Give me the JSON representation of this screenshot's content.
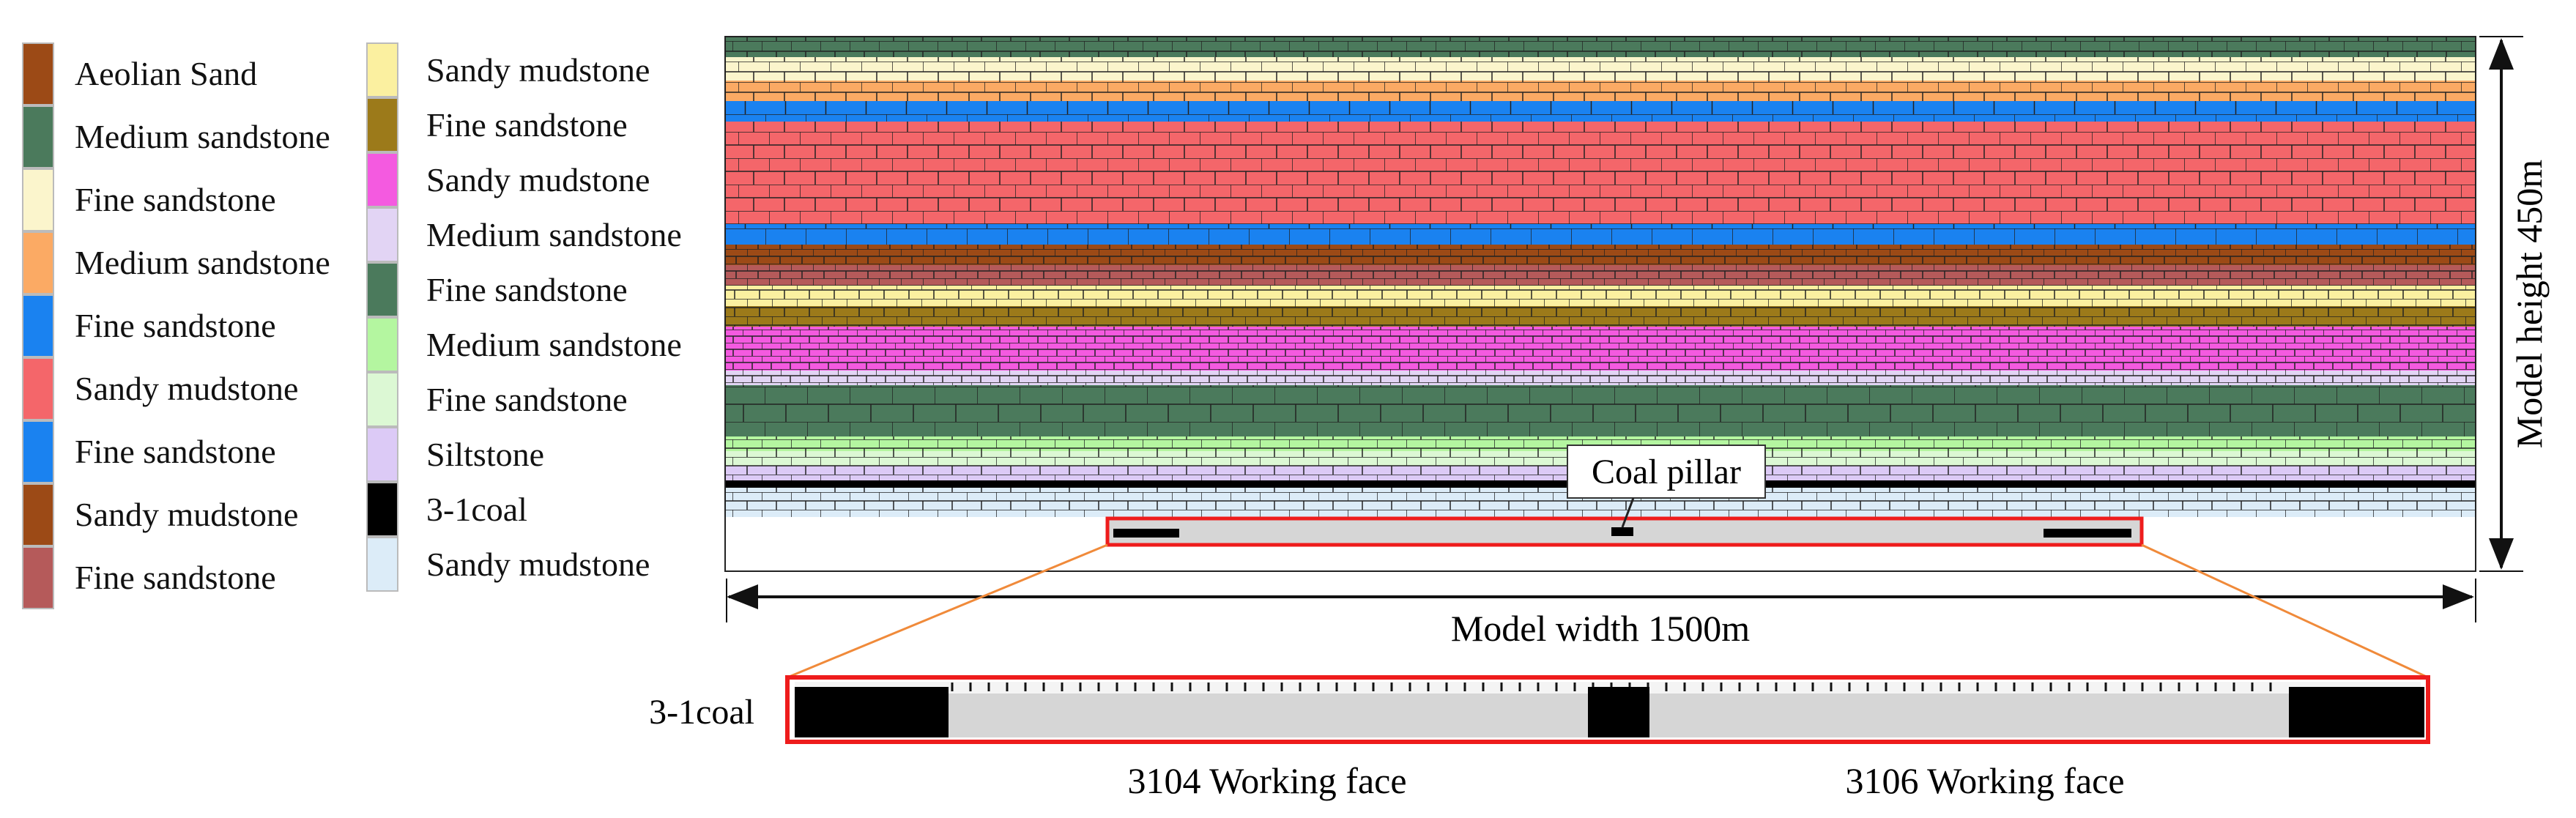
{
  "legend_left": [
    {
      "label": "Aeolian Sand",
      "color": "#9c4a16"
    },
    {
      "label": "Medium sandstone",
      "color": "#4b7a5c"
    },
    {
      "label": "Fine sandstone",
      "color": "#fbf5cc"
    },
    {
      "label": "Medium sandstone",
      "color": "#fbaa64"
    },
    {
      "label": "Fine sandstone",
      "color": "#1a82f0"
    },
    {
      "label": "Sandy mudstone",
      "color": "#f4666a"
    },
    {
      "label": "Fine sandstone",
      "color": "#1a82f0"
    },
    {
      "label": "Sandy mudstone",
      "color": "#9c4a16"
    },
    {
      "label": "Fine sandstone",
      "color": "#b55a5a"
    }
  ],
  "legend_right": [
    {
      "label": "Sandy mudstone",
      "color": "#fbf0a0"
    },
    {
      "label": "Fine sandstone",
      "color": "#9c7a1a"
    },
    {
      "label": "Sandy mudstone",
      "color": "#f45ae0"
    },
    {
      "label": "Medium sandstone",
      "color": "#e2d4f4"
    },
    {
      "label": "Fine sandstone",
      "color": "#4b7a5c"
    },
    {
      "label": "Medium sandstone",
      "color": "#b4f6a0"
    },
    {
      "label": "Fine sandstone",
      "color": "#dcf8d4"
    },
    {
      "label": "Siltstone",
      "color": "#dccaf6"
    },
    {
      "label": "3-1coal",
      "color": "#000000"
    },
    {
      "label": "Sandy mudstone",
      "color": "#dcecf8"
    }
  ],
  "model": {
    "height_label": "Model height 450m",
    "width_label": "Model width 1500m",
    "coal_pillar_label": "Coal pillar",
    "strata": [
      {
        "color": "#4b7a5c"
      },
      {
        "color": "#fbf5cc"
      },
      {
        "color": "#fbaa64"
      },
      {
        "color": "#1a82f0"
      },
      {
        "color": "#f4666a"
      },
      {
        "color": "#1a82f0"
      },
      {
        "color": "#9c4a16"
      },
      {
        "color": "#b55a5a"
      },
      {
        "color": "#fbf0a0"
      },
      {
        "color": "#9c7a1a"
      },
      {
        "color": "#f45ae0"
      },
      {
        "color": "#e2d4f4"
      },
      {
        "color": "#4b7a5c"
      },
      {
        "color": "#b4f6a0"
      },
      {
        "color": "#dcf8d4"
      },
      {
        "color": "#dccaf6"
      },
      {
        "color": "#000000"
      },
      {
        "color": "#dcecf8"
      }
    ]
  },
  "detail": {
    "coal_label": "3-1coal",
    "face_1": "3104 Working face",
    "face_2": "3106 Working face",
    "highlight_color": "#ee1c1c",
    "connector_color": "#f08a3a"
  }
}
